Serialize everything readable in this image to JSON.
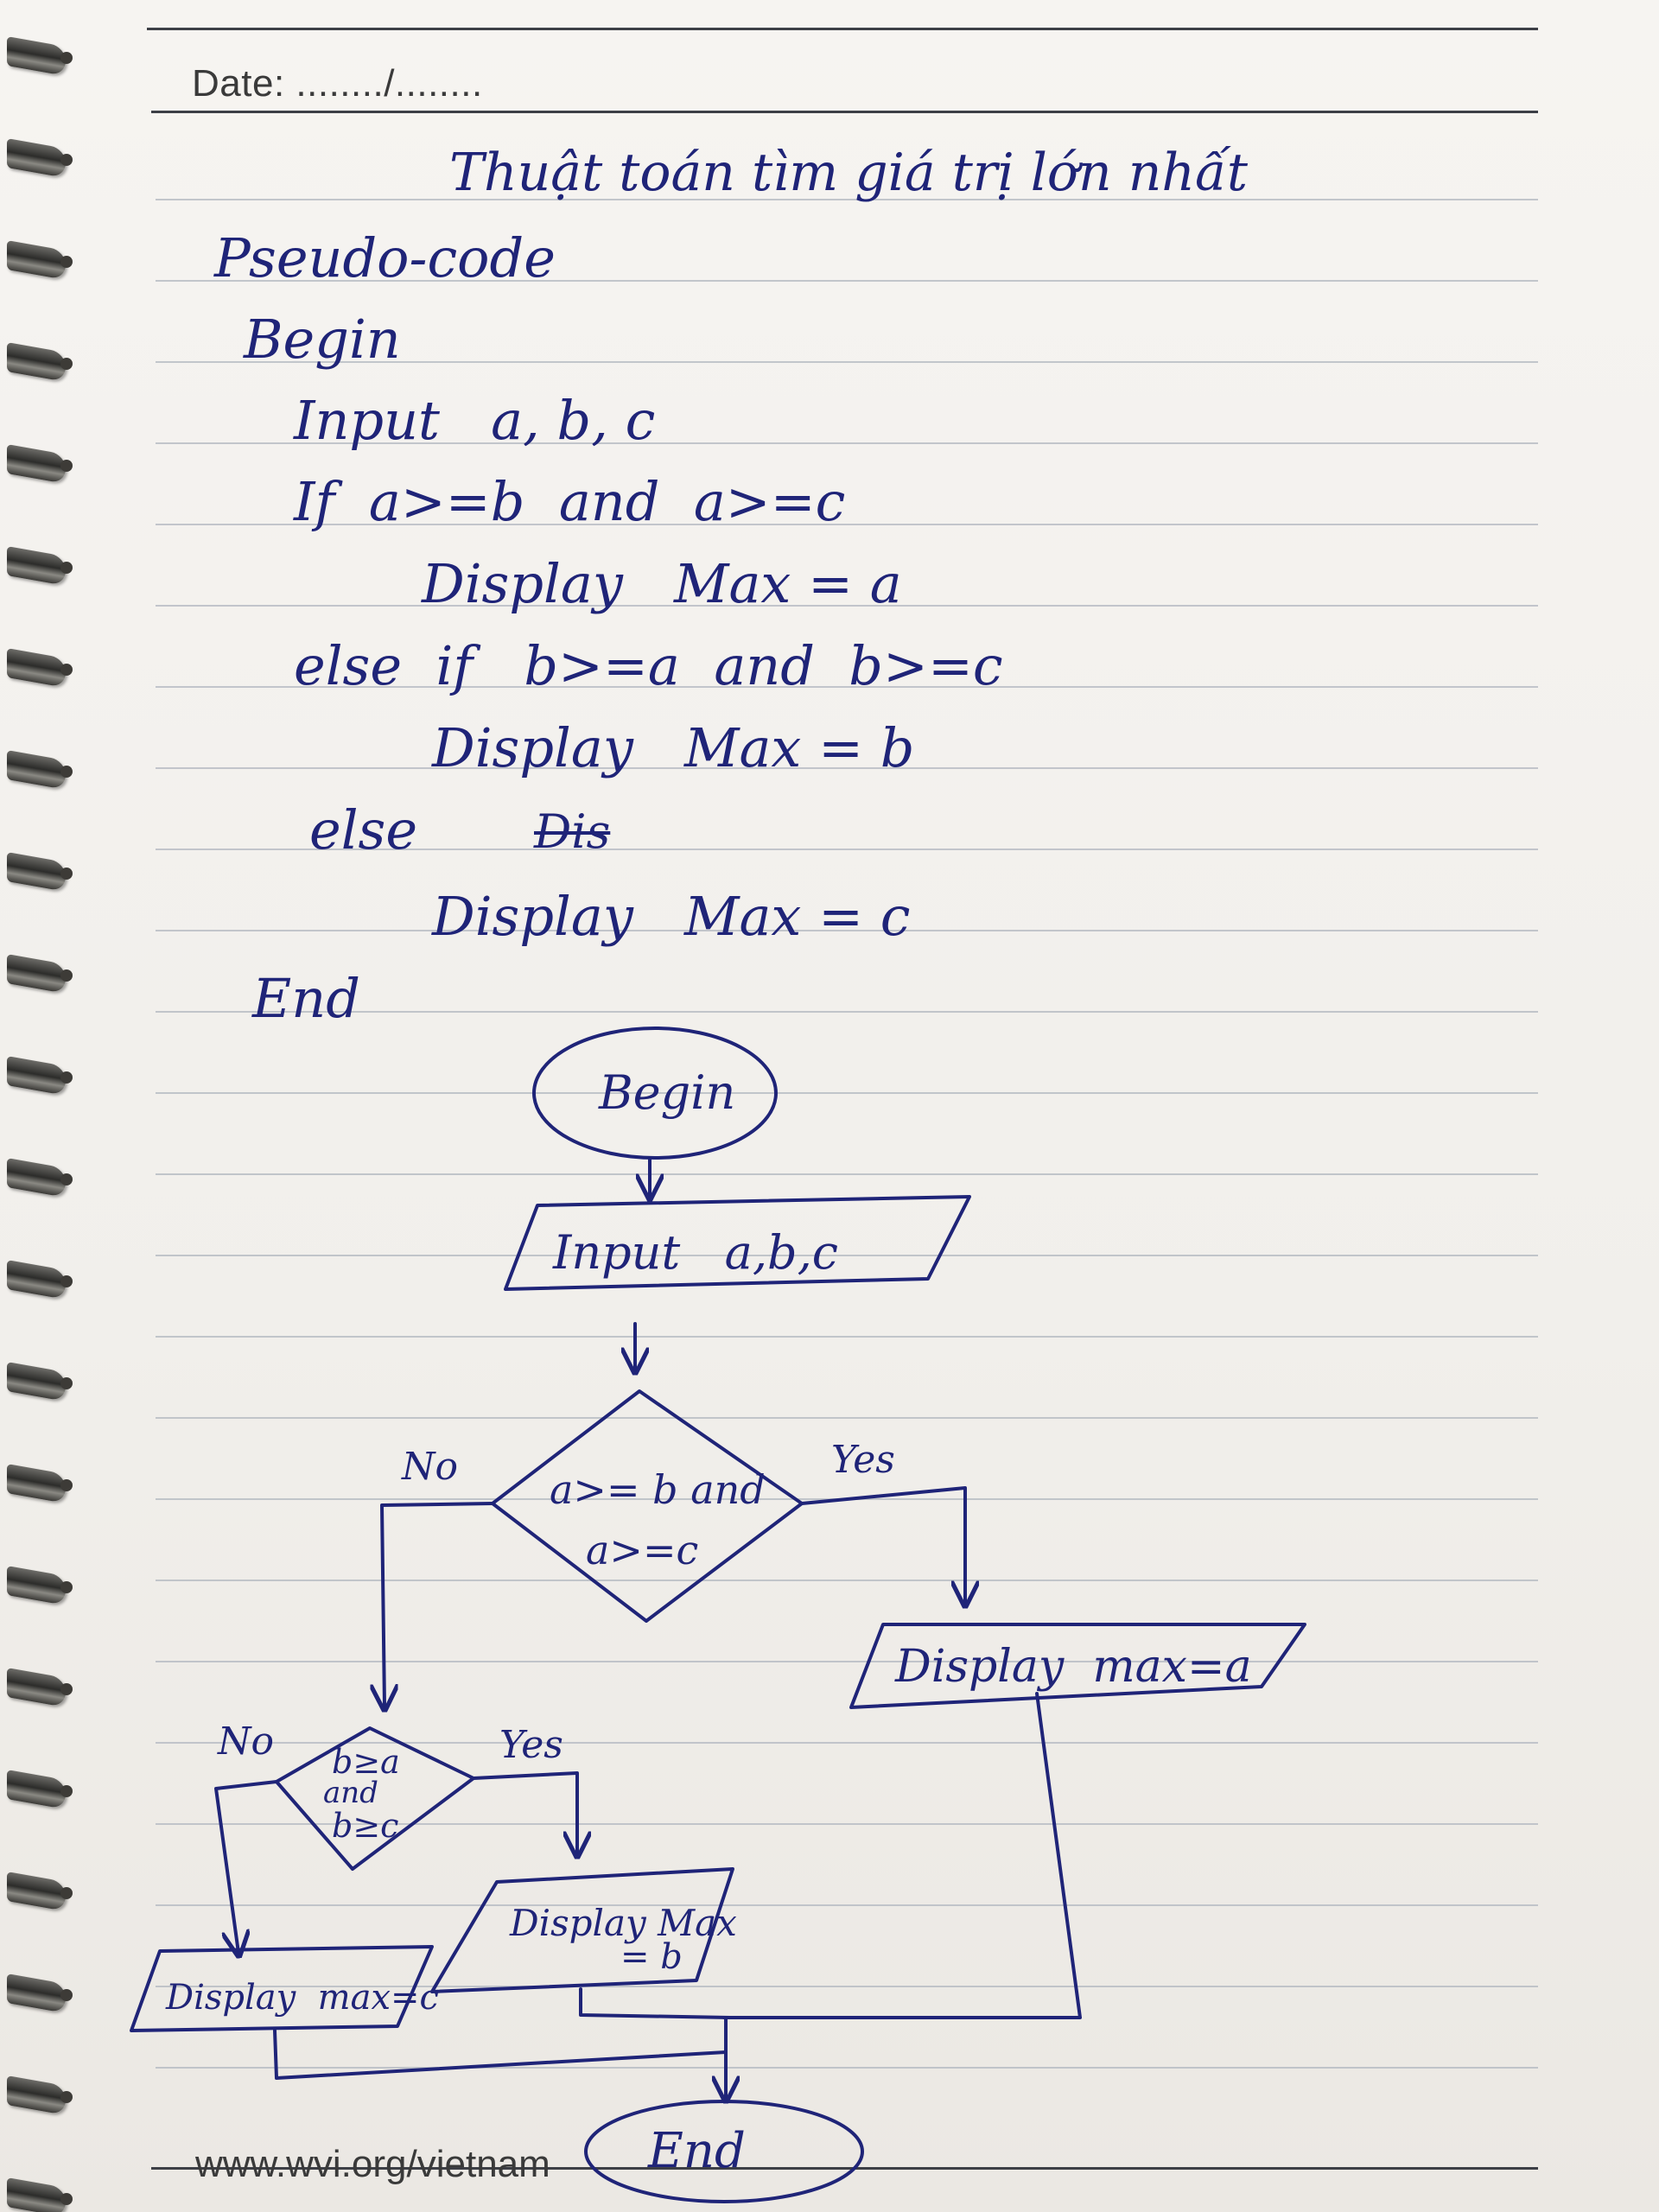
{
  "header": {
    "date_label": "Date: ......../........"
  },
  "notes": {
    "title": "Thuật toán tìm giá trị lớn nhất",
    "pseudocode_label": "Pseudo-code",
    "lines": [
      "Begin",
      "Input   a, b, c",
      "If  a>=b  and  a>=c",
      "Display   Max = a",
      "else  if   b>=a  and  b>=c",
      "Display   Max = b",
      "else",
      "Display   Max = c",
      "End"
    ],
    "struck_text": "Dis"
  },
  "flowchart": {
    "begin": "Begin",
    "input": "Input   a,b,c",
    "decision1": {
      "line1": "a>= b and",
      "line2": "a>=c",
      "no": "No",
      "yes": "Yes"
    },
    "output_a": "Display  max=a",
    "decision2": {
      "line1": "b≥a",
      "line2": "and",
      "line3": "b≥c",
      "no": "No",
      "yes": "Yes"
    },
    "output_b": {
      "line1": "Display Max",
      "line2": "= b"
    },
    "output_c": "Display  max=c",
    "end": "End"
  },
  "footer": {
    "url": "www.wvi.org/vietnam"
  }
}
